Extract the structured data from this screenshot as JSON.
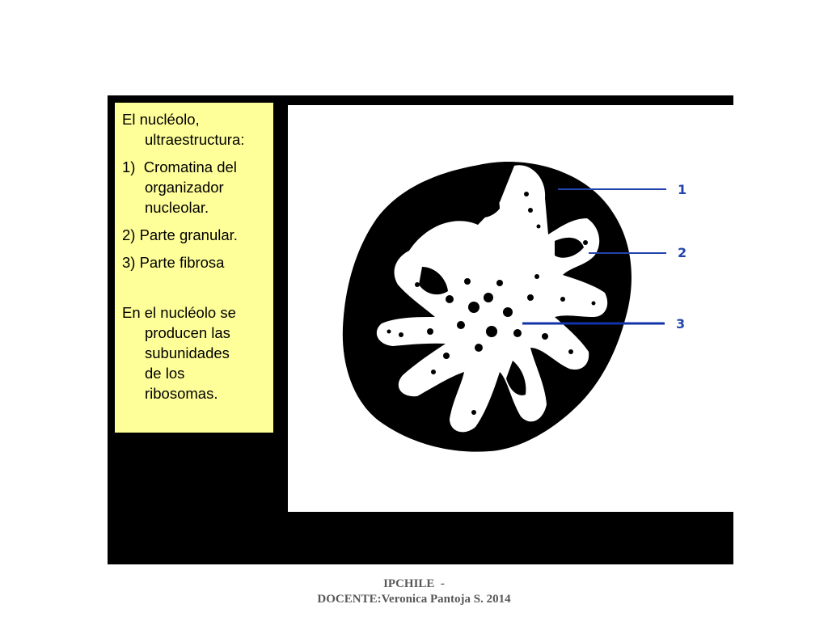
{
  "text_panel": {
    "title_line1": "El nucléolo,",
    "title_line2": "ultraestructura:",
    "item1_line1": "1)  Cromatina del",
    "item1_line2": "organizador",
    "item1_line3": "nucleolar.",
    "item2": "2) Parte granular.",
    "item3": "3) Parte fibrosa",
    "note_line1": "En el nucléolo se",
    "note_line2": "producen las",
    "note_line3": "subunidades",
    "note_line4": "de los",
    "note_line5": "ribosomas."
  },
  "diagram": {
    "labels": [
      "1",
      "2",
      "3"
    ],
    "label_color": "#2244aa"
  },
  "footer": {
    "line1": "IPCHILE  -",
    "line2": "DOCENTE:Veronica Pantoja S. 2014"
  }
}
